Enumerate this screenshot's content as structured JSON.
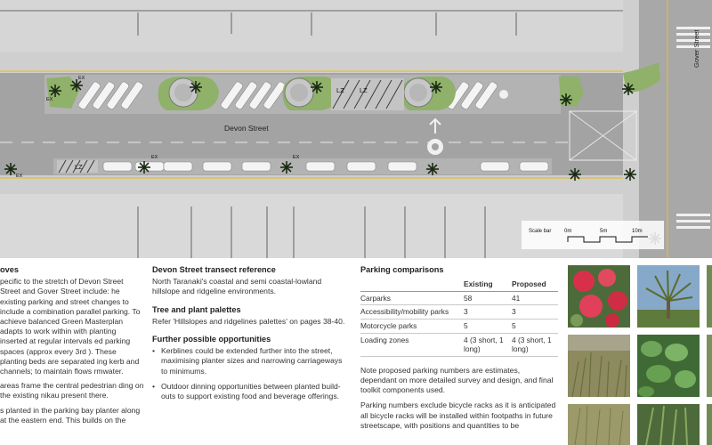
{
  "plan": {
    "street_main": "Devon Street",
    "street_cross": "Gover Street",
    "loading_zone": "LZ",
    "exit_label": "EX",
    "scale_bar": {
      "label": "Scale bar",
      "ticks": [
        "0m",
        "5m",
        "10m"
      ]
    }
  },
  "left_col": {
    "heading": "oves",
    "p1": "pecific to the stretch of Devon Street Street and Gover Street include: he existing parking and street changes to include a combination parallel parking. To achieve balanced Green Masterplan adapts to work within with planting inserted at regular intervals ed parking spaces (approx every 3rd ). These planting beds are separated ing kerb and channels; to maintain flows rmwater.",
    "p2": "areas frame the central pedestrian ding on the existing nikau present there.",
    "p3": "s planted in the parking bay planter along at the eastern end. This builds on the"
  },
  "mid_col": {
    "transect_heading": "Devon Street transect reference",
    "transect_text": "North Taranaki's coastal and semi coastal-lowland hillslope and ridgeline environments.",
    "palette_heading": "Tree and plant palettes",
    "palette_text": "Refer 'Hillslopes and ridgelines palettes' on pages 38-40.",
    "opps_heading": "Further possible opportunities",
    "opps": [
      "Kerblines could be extended further into the street, maximising planter sizes and narrowing carriageways to minimums.",
      "Outdoor dinning opportunities between planted build-outs to support existing food and beverage offerings."
    ]
  },
  "right_col": {
    "heading": "Parking comparisons",
    "table": {
      "headers": [
        "",
        "Existing",
        "Proposed"
      ],
      "rows": [
        [
          "Carparks",
          "58",
          "41"
        ],
        [
          "Accessibility/mobility parks",
          "3",
          "3"
        ],
        [
          "Motorcycle parks",
          "5",
          "5"
        ],
        [
          "Loading zones",
          "4 (3 short, 1 long)",
          "4 (3 short, 1 long)"
        ]
      ]
    },
    "note1": "Note proposed parking numbers are estimates, dependant on more detailed survey and design, and final toolkit components used.",
    "note2": "Parking numbers exclude bicycle racks as it is anticipated all bicycle racks will be installed within footpaths in future streetscape, with positions and quantities to be"
  },
  "colors": {
    "road": "#9b9b9b",
    "footpath": "#c9c9c9",
    "planter": "#8fb16a",
    "yellow_line": "#e2bd3a",
    "kerb": "#f2f2f2"
  }
}
